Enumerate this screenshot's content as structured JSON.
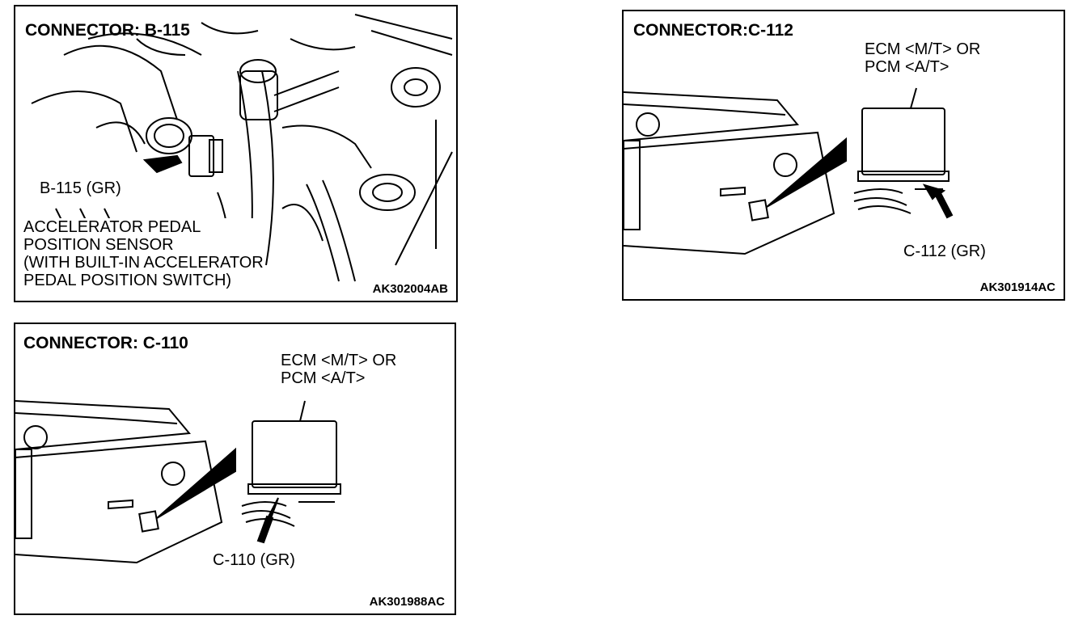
{
  "panels": [
    {
      "title": "CONNECTOR: B-115",
      "callout": "B-115 (GR)",
      "description": [
        "ACCELERATOR PEDAL",
        "POSITION SENSOR",
        "(WITH BUILT-IN ACCELERATOR",
        "PEDAL POSITION SWITCH)"
      ],
      "code": "AK302004AB"
    },
    {
      "title": "CONNECTOR:C-112",
      "unit_label": [
        "ECM <M/T> OR",
        "PCM <A/T>"
      ],
      "callout": "C-112 (GR)",
      "code": "AK301914AC"
    },
    {
      "title": "CONNECTOR: C-110",
      "unit_label": [
        "ECM <M/T> OR",
        "PCM <A/T>"
      ],
      "callout": "C-110 (GR)",
      "code": "AK301988AC"
    }
  ]
}
